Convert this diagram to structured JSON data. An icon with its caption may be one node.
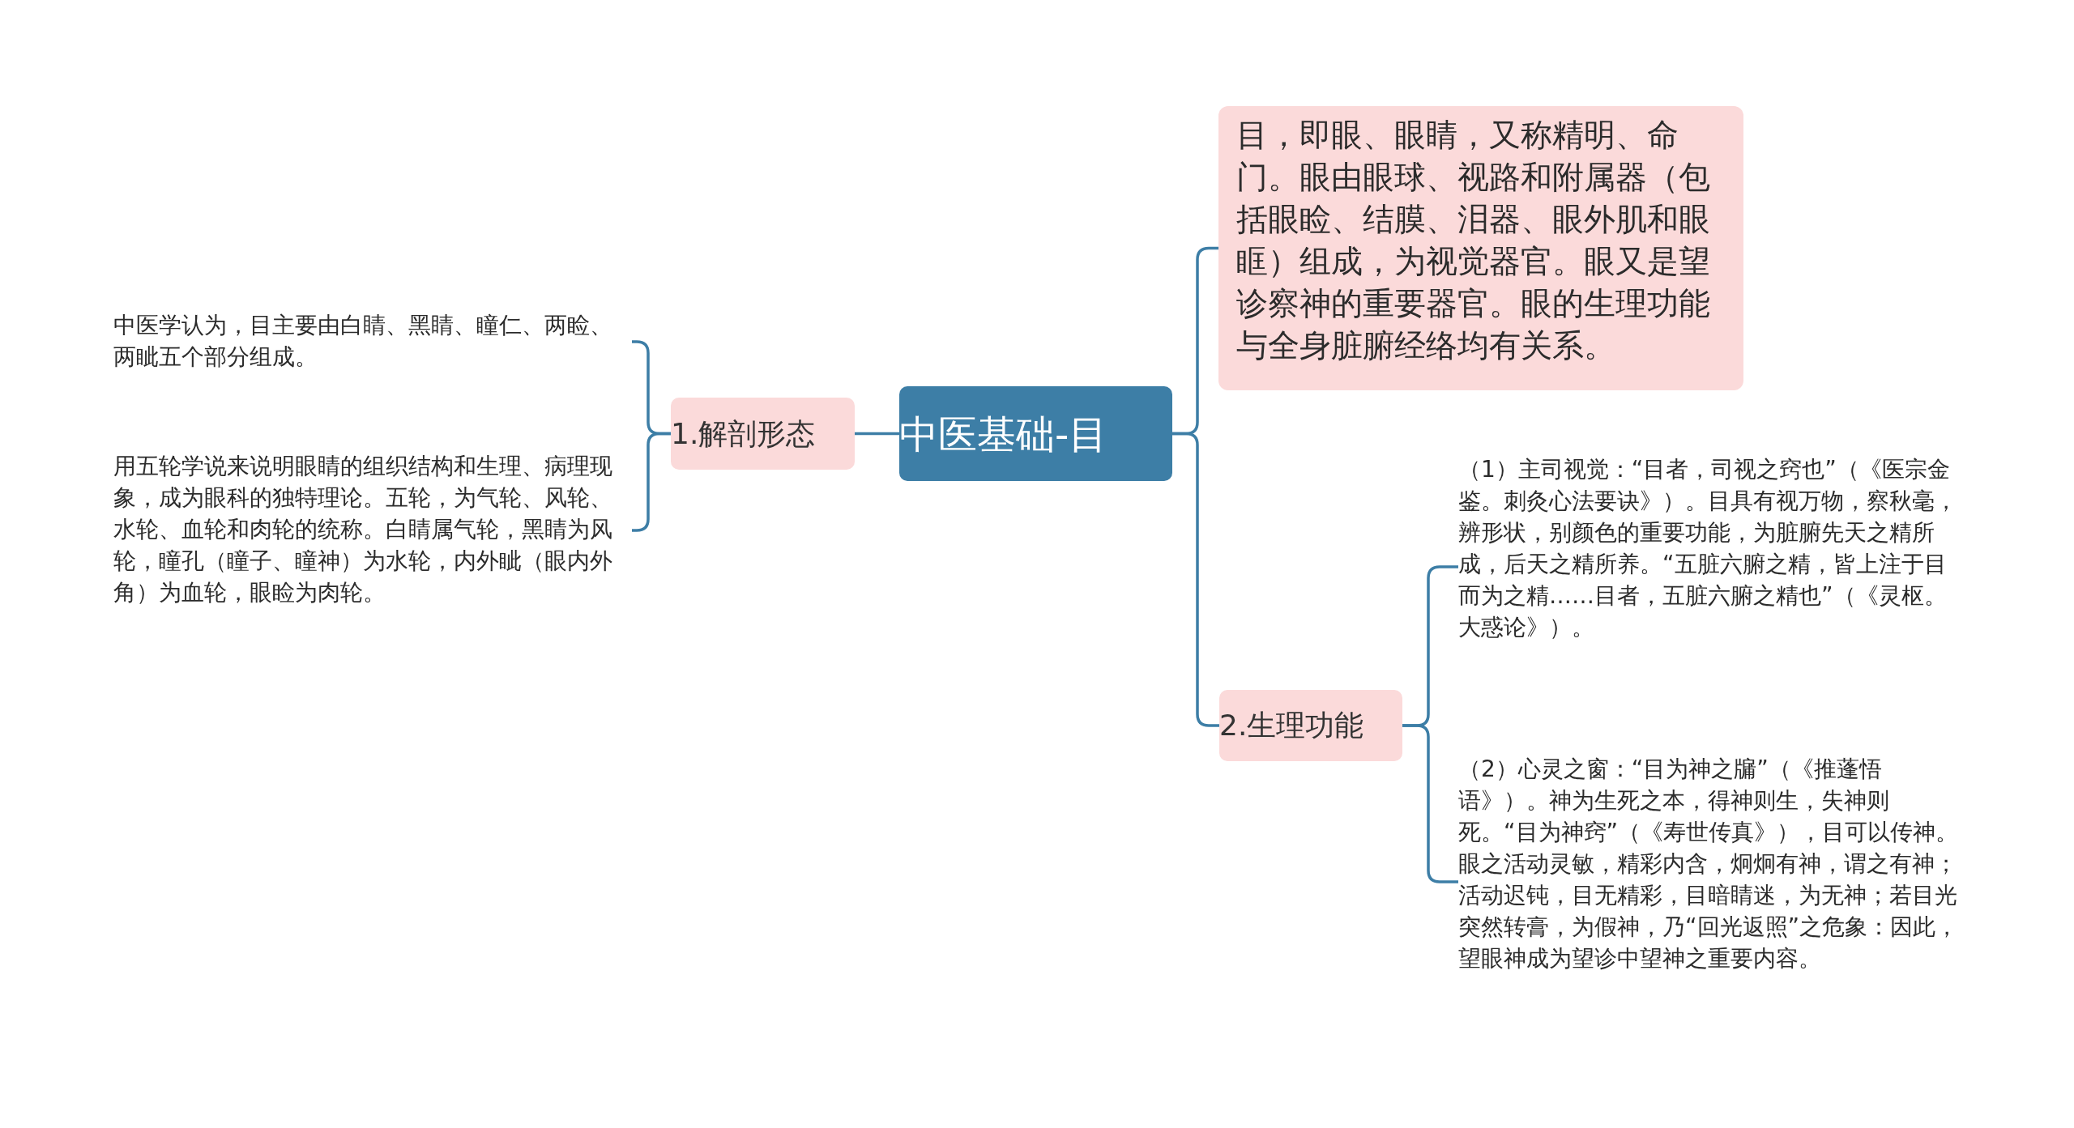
{
  "diagram": {
    "nodes": [
      {
        "text": [
          "中医基础-目"
        ]
      },
      {
        "text": [
          "1.解剖形态"
        ]
      },
      {
        "text": [
          "中医学认为，目主要由白睛、黑睛、瞳仁、两睑、两眦五个部分组成。"
        ]
      },
      {
        "text": [
          "用五轮学说来说明眼睛的组织结构和生理、病理现象，成为眼科的独特理论。五轮，为气轮、风轮、水轮、血轮和肉轮的统称。白睛属气轮，黑睛为风轮，瞳孔（瞳子、瞳神）为水轮，内外眦（眼内外角）为血轮，眼睑为肉轮。"
        ]
      },
      {
        "text": [
          "目，即眼、眼睛，又称精明、命门。眼由眼球、视路和附属器（包括眼睑、结膜、泪器、眼外肌和眼眶）组成，为视觉器官。眼又是望诊察神的重要器官。眼的生理功能与全身脏腑经络均有关系。"
        ]
      },
      {
        "text": [
          "2.生理功能"
        ]
      },
      {
        "text": [
          "（1）主司视觉：“目者，司视之窍也”（《医宗金鉴。刺灸心法要诀》）。目具有视万物，察秋毫，辨形状，别颜色的重要功能，为脏腑先天之精所成，后天之精所养。“五脏六腑之精，皆上注于目而为之精……目者，五脏六腑之精也”（《灵枢。大惑论》）。"
        ]
      },
      {
        "text": [
          "（2）心灵之窗：“目为神之牖”（《推蓬悟语》）。神为生死之本，得神则生，失神则死。“目为神窍”（《寿世传真》），目可以传神。眼之活动灵敏，精彩内含，炯炯有神，谓之有神；活动迟钝，目无精彩，目暗睛迷，为无神；若目光突然转膏，为假神，乃“回光返照”之危象：因此，望眼神成为望诊中望神之重要内容。"
        ]
      }
    ],
    "edges": [
      {
        "from": 0,
        "to": 1,
        "arrow": "none"
      },
      {
        "from": 1,
        "to": 2,
        "arrow": "none"
      },
      {
        "from": 1,
        "to": 3,
        "arrow": "none"
      },
      {
        "from": 0,
        "to": 4,
        "arrow": "none"
      },
      {
        "from": 0,
        "to": 5,
        "arrow": "none"
      },
      {
        "from": 5,
        "to": 6,
        "arrow": "none"
      },
      {
        "from": 5,
        "to": 7,
        "arrow": "none"
      }
    ]
  }
}
